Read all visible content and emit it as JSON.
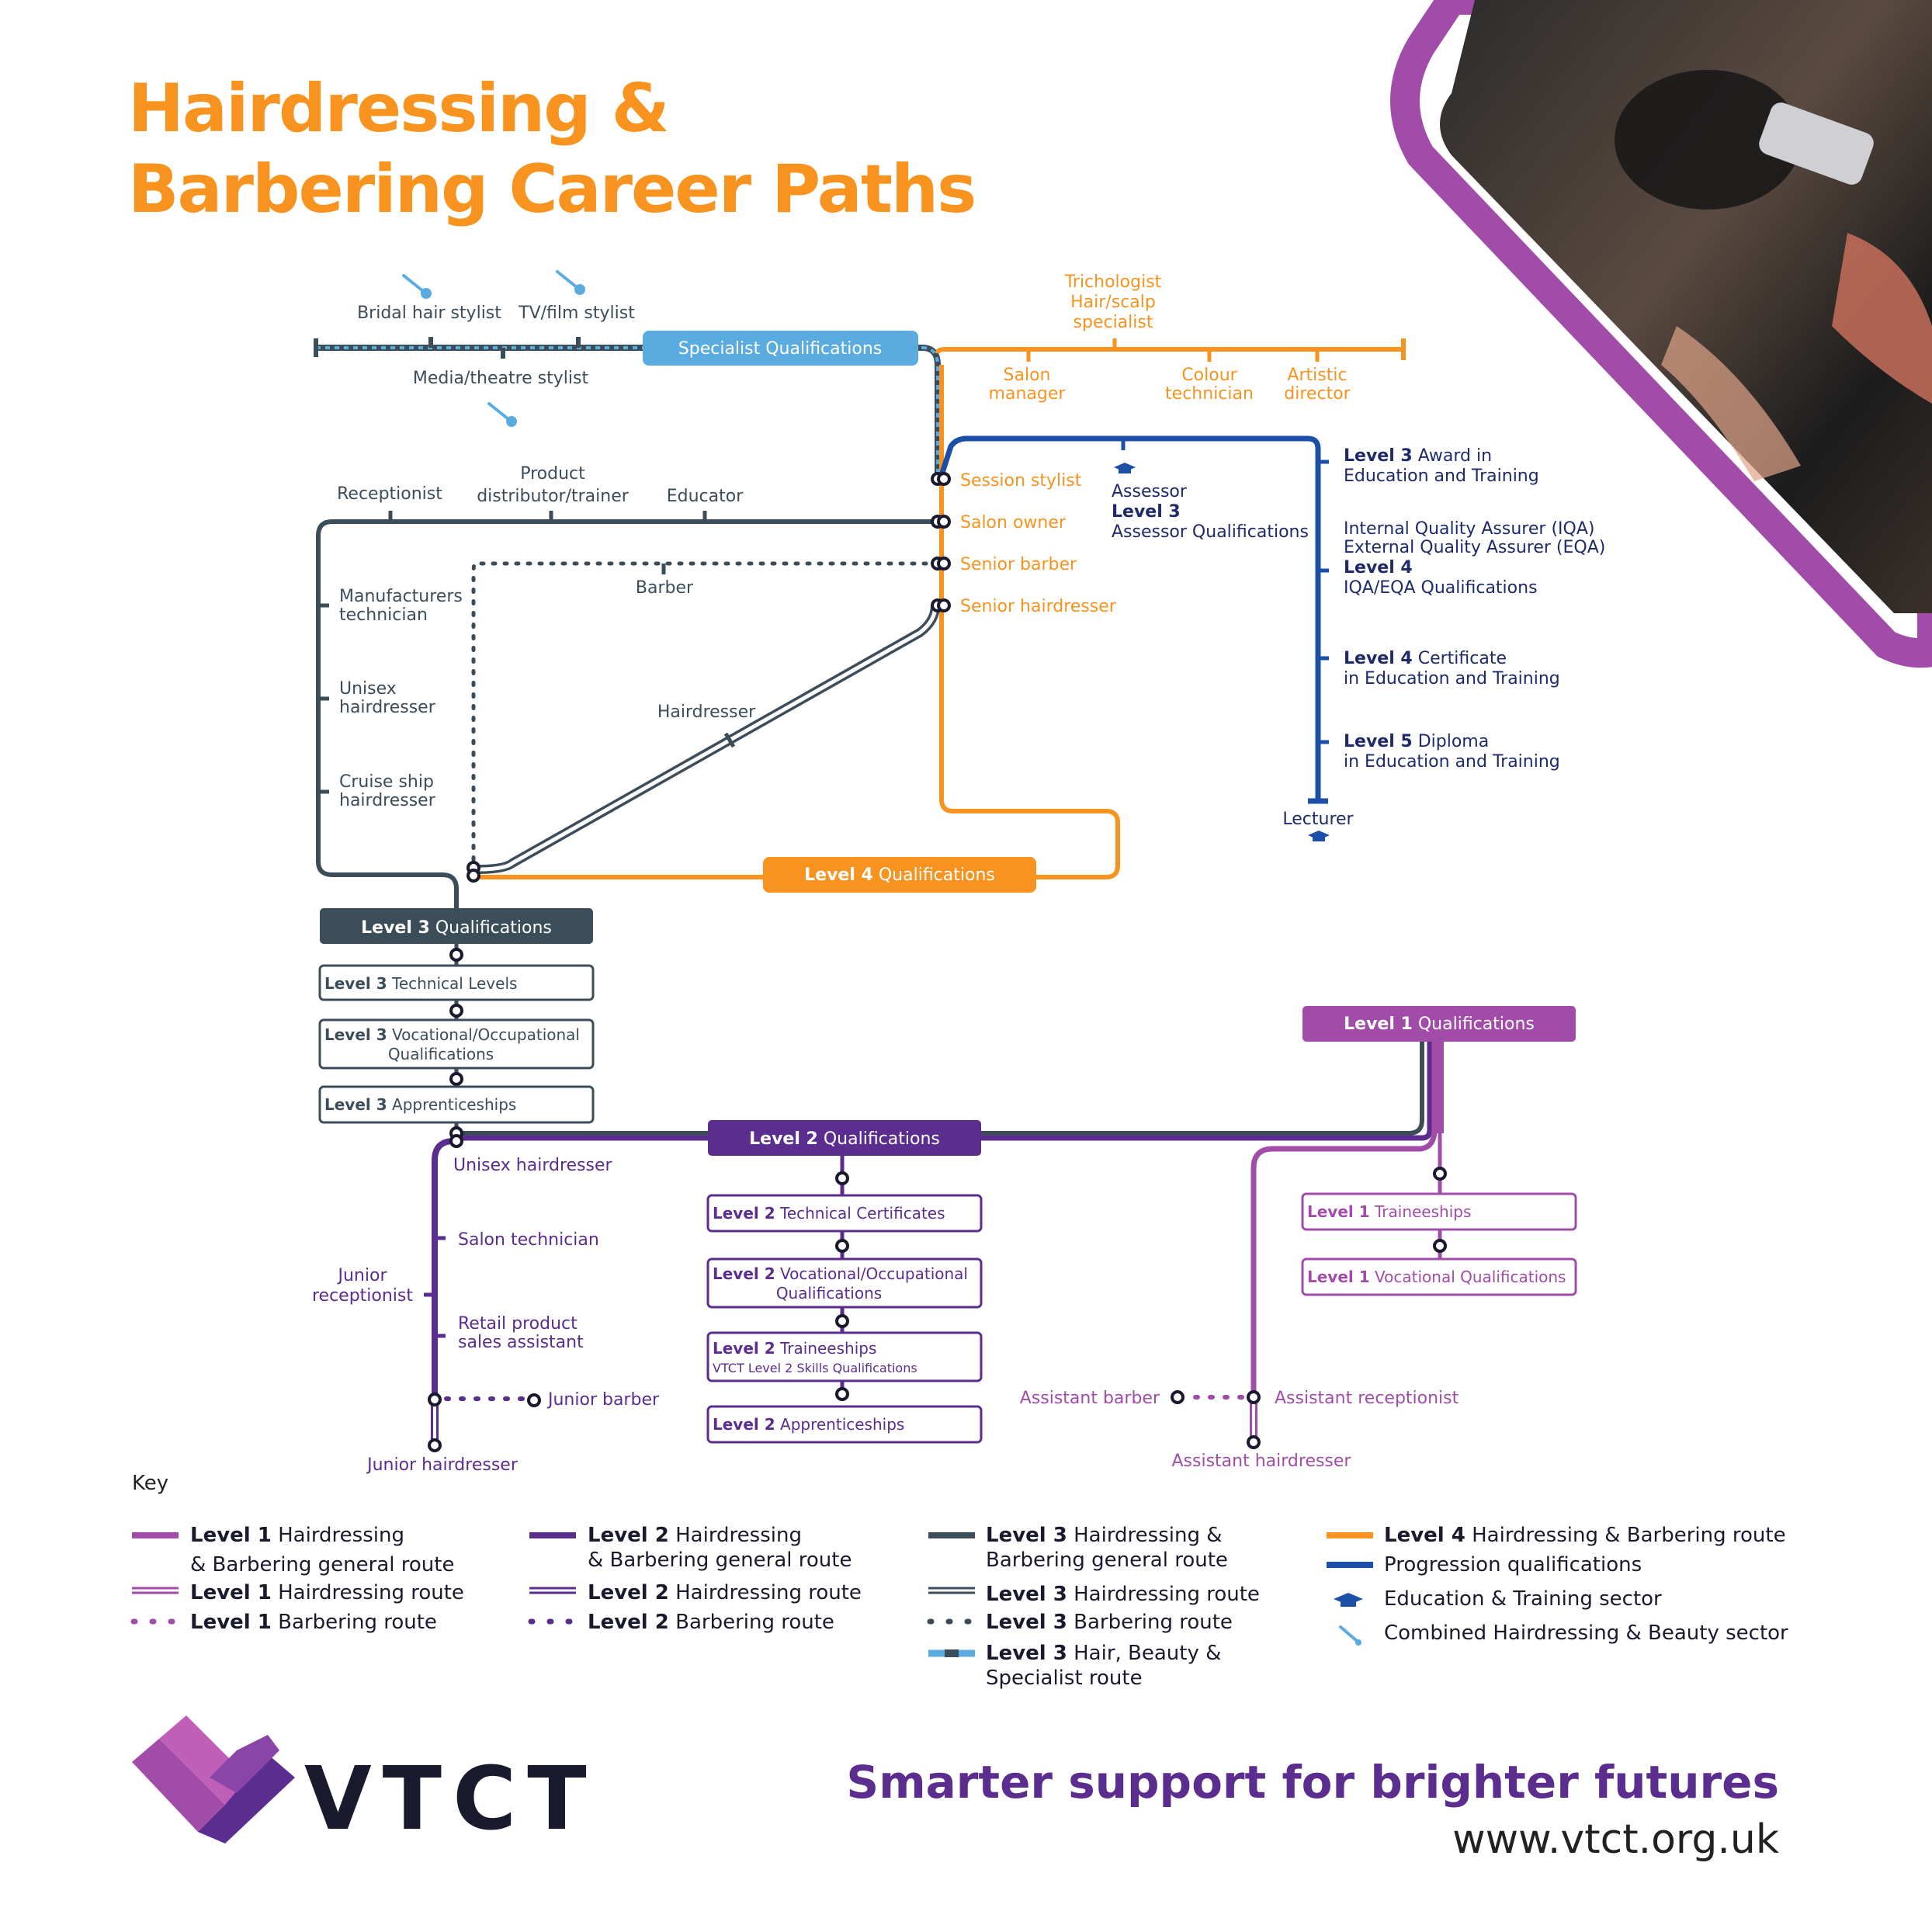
{
  "title": {
    "line1": "Hairdressing &",
    "line2": "Barbering Career Paths"
  },
  "colors": {
    "orange": "#f7931e",
    "slate": "#3c4d5a",
    "purple": "#5b2d8e",
    "magenta": "#a14ca8",
    "blue": "#1b4fa8",
    "lightblue": "#5aace0",
    "navy": "#1f2a6b"
  },
  "specialist": {
    "box": "Specialist Qualifications",
    "bridal": "Bridal hair stylist",
    "tvfilm": "TV/film stylist",
    "media": "Media/theatre stylist"
  },
  "level4": {
    "box_bold": "Level 4",
    "box_rest": " Qualifications",
    "trichologist": [
      "Trichologist",
      "Hair/scalp",
      "specialist"
    ],
    "salon_manager": [
      "Salon",
      "manager"
    ],
    "colour_tech": [
      "Colour",
      "technician"
    ],
    "artistic_director": [
      "Artistic",
      "director"
    ],
    "session_stylist": "Session stylist",
    "salon_owner": "Salon owner",
    "senior_barber": "Senior barber",
    "senior_hairdresser": "Senior hairdresser"
  },
  "progression": {
    "assessor": "Assessor",
    "assessor_level": "Level 3",
    "assessor_qual": "Assessor Qualifications",
    "award_bold": "Level 3",
    "award_rest": " Award in",
    "award_line2": "Education and Training",
    "iqa": "Internal Quality Assurer (IQA)",
    "eqa": "External Quality Assurer (EQA)",
    "iqa_level": "Level 4",
    "iqa_qual": "IQA/EQA Qualifications",
    "cert_bold": "Level 4",
    "cert_rest": " Certificate",
    "cert_line2": "in Education and Training",
    "dip_bold": "Level 5",
    "dip_rest": " Diploma",
    "dip_line2": "in Education and Training",
    "lecturer": "Lecturer"
  },
  "level3": {
    "receptionist": "Receptionist",
    "product": [
      "Product",
      "distributor/trainer"
    ],
    "educator": "Educator",
    "barber": "Barber",
    "manufacturers": [
      "Manufacturers",
      "technician"
    ],
    "unisex": [
      "Unisex",
      "hairdresser"
    ],
    "cruise": [
      "Cruise ship",
      "hairdresser"
    ],
    "hairdresser": "Hairdresser",
    "box_bold": "Level 3",
    "box_rest": " Qualifications",
    "sub": [
      {
        "bold": "Level 3",
        "rest": " Technical Levels",
        "line2": ""
      },
      {
        "bold": "Level 3",
        "rest": " Vocational/Occupational",
        "line2": "Qualifications"
      },
      {
        "bold": "Level 3",
        "rest": " Apprenticeships",
        "line2": ""
      }
    ]
  },
  "level2": {
    "box_bold": "Level 2",
    "box_rest": " Qualifications",
    "unisex": "Unisex hairdresser",
    "salon_tech": "Salon technician",
    "retail": [
      "Retail product",
      "sales assistant"
    ],
    "junior_recep": [
      "Junior",
      "receptionist"
    ],
    "junior_barber": "Junior barber",
    "junior_hairdresser": "Junior hairdresser",
    "sub": [
      {
        "bold": "Level 2",
        "rest": " Technical Certificates",
        "line2": ""
      },
      {
        "bold": "Level 2",
        "rest": " Vocational/Occupational",
        "line2": "Qualifications"
      },
      {
        "bold": "Level 2",
        "rest": " Traineeships",
        "line2": "VTCT Level 2 Skills Qualifications"
      },
      {
        "bold": "Level 2",
        "rest": " Apprenticeships",
        "line2": ""
      }
    ]
  },
  "level1": {
    "box_bold": "Level 1",
    "box_rest": " Qualifications",
    "sub": [
      {
        "bold": "Level 1",
        "rest": " Traineeships"
      },
      {
        "bold": "Level 1",
        "rest": " Vocational Qualifications"
      }
    ],
    "assistant_barber": "Assistant barber",
    "assistant_recep": "Assistant receptionist",
    "assistant_hairdresser": "Assistant hairdresser"
  },
  "key": {
    "title": "Key",
    "items": [
      {
        "bold": "Level 1",
        "rest": " Hairdressing",
        "line2": "& Barbering general route"
      },
      {
        "bold": "Level 1",
        "rest": " Hairdressing route",
        "line2": ""
      },
      {
        "bold": "Level 1",
        "rest": " Barbering route",
        "line2": ""
      },
      {
        "bold": "Level 2",
        "rest": " Hairdressing",
        "line2": "& Barbering general route"
      },
      {
        "bold": "Level 2",
        "rest": " Hairdressing route",
        "line2": ""
      },
      {
        "bold": "Level 2",
        "rest": " Barbering route",
        "line2": ""
      },
      {
        "bold": "Level 3",
        "rest": " Hairdressing &",
        "line2": "Barbering general route"
      },
      {
        "bold": "Level 3",
        "rest": " Hairdressing route",
        "line2": ""
      },
      {
        "bold": "Level 3",
        "rest": " Barbering route",
        "line2": ""
      },
      {
        "bold": "Level 3",
        "rest": " Hair, Beauty &",
        "line2": "Specialist route"
      },
      {
        "bold": "Level 4",
        "rest": "  Hairdressing & Barbering route",
        "line2": ""
      },
      {
        "bold": "",
        "rest": "Progression qualifications",
        "line2": ""
      },
      {
        "bold": "",
        "rest": "Education & Training sector",
        "line2": ""
      },
      {
        "bold": "",
        "rest": "Combined Hairdressing & Beauty sector",
        "line2": ""
      }
    ]
  },
  "brand": {
    "logo_text": "VTCT",
    "tagline": "Smarter support for brighter futures",
    "website": "www.vtct.org.uk"
  }
}
